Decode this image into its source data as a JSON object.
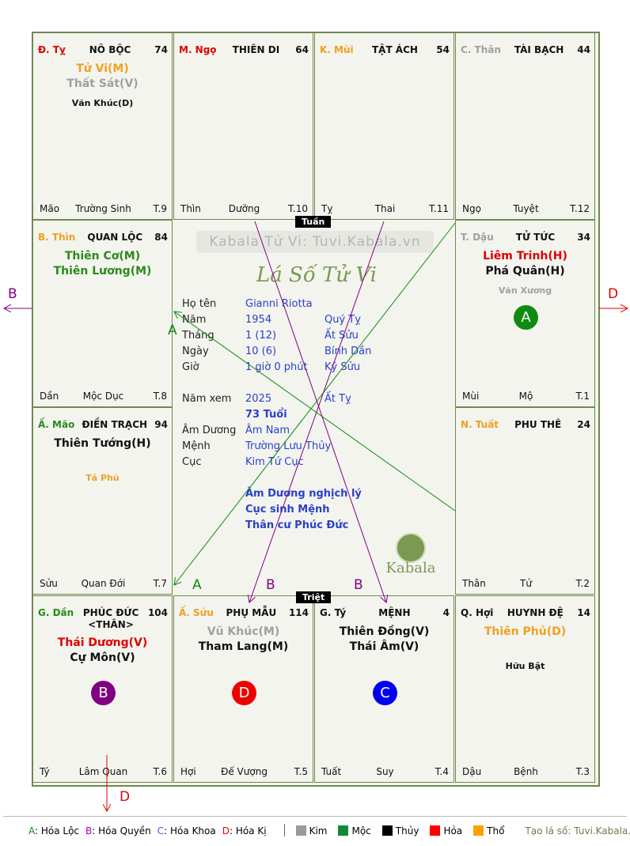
{
  "cells": [
    {
      "can": "Đ. Tỵ",
      "can_color": "#e00000",
      "palace": "NÔ BỘC",
      "num": "74",
      "stars": [
        {
          "t": "Tử Vi(M)",
          "c": "#f0a020"
        },
        {
          "t": "Thất Sát(V)",
          "c": "#a0a0a0"
        }
      ],
      "minor": [
        {
          "t": "Văn Khúc(D)",
          "c": "#111"
        }
      ],
      "footer": [
        "Mão",
        "Trường Sinh",
        "T.9"
      ]
    },
    {
      "can": "M. Ngọ",
      "can_color": "#e00000",
      "palace": "THIÊN DI",
      "num": "64",
      "stars": [],
      "minor": [],
      "footer": [
        "Thìn",
        "Dưỡng",
        "T.10"
      ]
    },
    {
      "can": "K. Mùi",
      "can_color": "#f0a020",
      "palace": "TẬT ÁCH",
      "num": "54",
      "stars": [],
      "minor": [],
      "footer": [
        "Tỵ",
        "Thai",
        "T.11"
      ]
    },
    {
      "can": "C. Thân",
      "can_color": "#a0a0a0",
      "palace": "TÀI BẠCH",
      "num": "44",
      "stars": [],
      "minor": [],
      "footer": [
        "Ngọ",
        "Tuyệt",
        "T.12"
      ]
    },
    {
      "can": "B. Thìn",
      "can_color": "#f0a020",
      "palace": "QUAN LỘC",
      "num": "84",
      "stars": [
        {
          "t": "Thiên Cơ(M)",
          "c": "#2a8a1a"
        },
        {
          "t": "Thiên Lương(M)",
          "c": "#2a8a1a"
        }
      ],
      "minor": [],
      "footer": [
        "Dần",
        "Mộc Dục",
        "T.8"
      ]
    },
    {
      "can": "T. Dậu",
      "can_color": "#a0a0a0",
      "palace": "TỬ TỨC",
      "num": "34",
      "stars": [
        {
          "t": "Liêm Trinh(H)",
          "c": "#e00000"
        },
        {
          "t": "Phá Quân(H)",
          "c": "#111"
        }
      ],
      "minor": [
        {
          "t": "Văn Xương",
          "c": "#a0a0a0"
        }
      ],
      "badge": {
        "t": "A",
        "c": "#118a11"
      },
      "footer": [
        "Mùi",
        "Mộ",
        "T.1"
      ]
    },
    {
      "can": "Ấ. Mão",
      "can_color": "#2a8a1a",
      "palace": "ĐIỀN TRẠCH",
      "num": "94",
      "stars": [
        {
          "t": "Thiên Tướng(H)",
          "c": "#111"
        }
      ],
      "minor": [
        {
          "t": "Tả Phù",
          "c": "#f0a020"
        }
      ],
      "footer": [
        "Sửu",
        "Quan Đới",
        "T.7"
      ]
    },
    {
      "can": "N. Tuất",
      "can_color": "#f0a020",
      "palace": "PHU THÊ",
      "num": "24",
      "stars": [],
      "minor": [],
      "footer": [
        "Thân",
        "Tử",
        "T.2"
      ]
    },
    {
      "can": "G. Dần",
      "can_color": "#2a8a1a",
      "palace": "PHÚC ĐỨC <THÂN>",
      "num": "104",
      "stars": [
        {
          "t": "Thái Dương(V)",
          "c": "#e00000"
        },
        {
          "t": "Cự Môn(V)",
          "c": "#111"
        }
      ],
      "minor": [],
      "badge": {
        "t": "B",
        "c": "#800080"
      },
      "footer": [
        "Tý",
        "Lâm Quan",
        "T.6"
      ]
    },
    {
      "can": "Ấ. Sửu",
      "can_color": "#f0a020",
      "palace": "PHỤ MẪU",
      "num": "114",
      "stars": [
        {
          "t": "Vũ Khúc(M)",
          "c": "#a0a0a0"
        },
        {
          "t": "Tham Lang(M)",
          "c": "#111"
        }
      ],
      "minor": [],
      "badge": {
        "t": "D",
        "c": "#ee0000"
      },
      "footer": [
        "Hợi",
        "Đế Vượng",
        "T.5"
      ]
    },
    {
      "can": "G. Tý",
      "can_color": "#111",
      "palace": "MỆNH",
      "num": "4",
      "stars": [
        {
          "t": "Thiên Đồng(V)",
          "c": "#111"
        },
        {
          "t": "Thái Âm(V)",
          "c": "#111"
        }
      ],
      "minor": [],
      "badge": {
        "t": "C",
        "c": "#0000ee"
      },
      "footer": [
        "Tuất",
        "Suy",
        "T.4"
      ]
    },
    {
      "can": "Q. Hợi",
      "can_color": "#111",
      "palace": "HUYNH ĐỆ",
      "num": "14",
      "stars": [
        {
          "t": "Thiên Phủ(D)",
          "c": "#f0a020"
        }
      ],
      "minor": [
        {
          "t": "Hữu Bật",
          "c": "#111"
        }
      ],
      "footer": [
        "Dậu",
        "Bệnh",
        "T.3"
      ]
    }
  ],
  "center": {
    "tuan": "Tuần",
    "triet": "Triệt",
    "watermark": "Kabala Tử Vi: Tuvi.Kabala.vn",
    "title": "Lá Số Tử Vi",
    "logo": "Kabala",
    "rows": [
      [
        "Họ tên",
        "Gianni Riotta",
        ""
      ],
      [
        "Năm",
        "1954",
        "Quý Tỵ"
      ],
      [
        "Tháng",
        "1  (12)",
        "Ất Sửu"
      ],
      [
        "Ngày",
        "10  (6)",
        "Bính Dần"
      ],
      [
        "Giờ",
        "1 giờ 0 phút",
        "Kỷ Sửu"
      ],
      [
        "Năm xem",
        "2025",
        "Ất Tỵ"
      ],
      [
        "",
        "73 Tuổi",
        ""
      ],
      [
        "Âm Dương",
        "Âm Nam",
        ""
      ],
      [
        "Mệnh",
        "Trường Lưu Thủy",
        ""
      ],
      [
        "Cục",
        "Kim Tứ Cục",
        ""
      ]
    ],
    "notes": [
      "Âm Dương nghịch lý",
      "Cục sinh Mệnh",
      "Thân cư Phúc Đức"
    ]
  },
  "arrows": {
    "a1": "A",
    "a2": "A",
    "b1": "B",
    "b2": "B",
    "b_left": "B",
    "d_right": "D",
    "d_bottom": "D"
  },
  "legend": {
    "hoa": [
      {
        "k": "A",
        "t": ": Hóa Lộc",
        "c": "#118a11"
      },
      {
        "k": "B",
        "t": ": Hóa Quyền",
        "c": "#b000b0"
      },
      {
        "k": "C",
        "t": ": Hóa Khoa",
        "c": "#3060ee"
      },
      {
        "k": "D",
        "t": ": Hóa Kị",
        "c": "#ee0000"
      }
    ],
    "elements": [
      {
        "t": "Kim",
        "c": "#999999"
      },
      {
        "t": "Mộc",
        "c": "#118a33"
      },
      {
        "t": "Thủy",
        "c": "#000000"
      },
      {
        "t": "Hỏa",
        "c": "#ff0000"
      },
      {
        "t": "Thổ",
        "c": "#ffa000"
      }
    ],
    "credit": "Tạo lá số: Tuvi.Kabala.vn"
  }
}
